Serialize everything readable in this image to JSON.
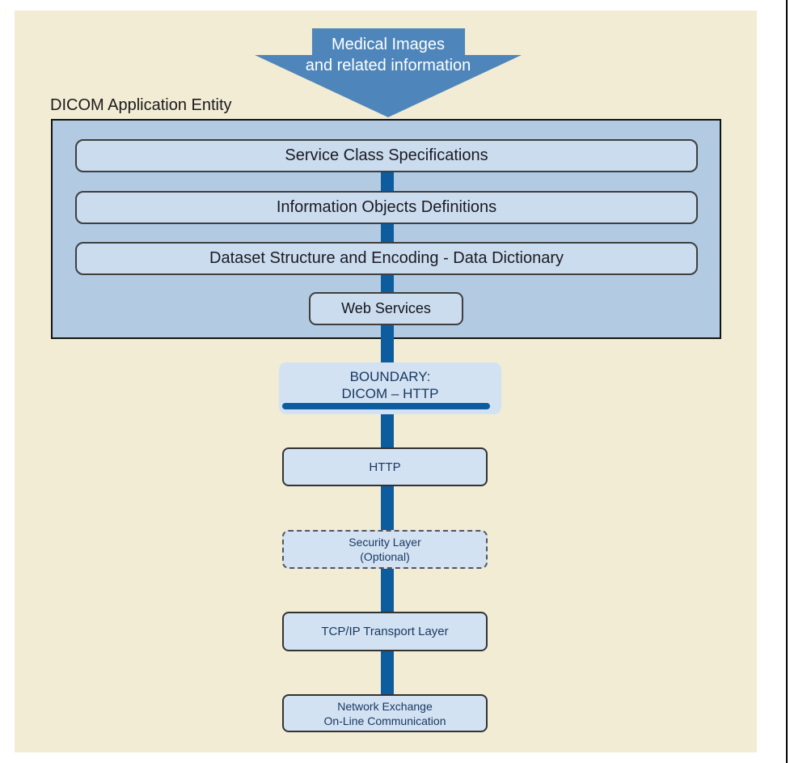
{
  "arrow": {
    "line1": "Medical Images",
    "line2": "and related information"
  },
  "entity": {
    "label": "DICOM Application Entity",
    "rows": [
      "Service Class Specifications",
      "Information Objects Definitions",
      "Dataset Structure and Encoding - Data Dictionary"
    ],
    "web_services": "Web Services"
  },
  "boundary": {
    "line1": "BOUNDARY:",
    "line2": "DICOM – HTTP"
  },
  "stack": {
    "http": "HTTP",
    "security_line1": "Security Layer",
    "security_line2": "(Optional)",
    "tcp": "TCP/IP Transport Layer",
    "network_line1": "Network Exchange",
    "network_line2": "On-Line Communication"
  },
  "colors": {
    "page_background": "#ffffff",
    "panel_background": "#f2ecd5",
    "arrow_blue": "#4e86bb",
    "entity_box_fill": "#b2cbe2",
    "inner_box_fill": "#cbdcef",
    "lower_box_fill": "#d3e2f3",
    "spine_blue": "#0d5c9e",
    "navy_text": "#17375e",
    "border_dark": "#141414"
  }
}
